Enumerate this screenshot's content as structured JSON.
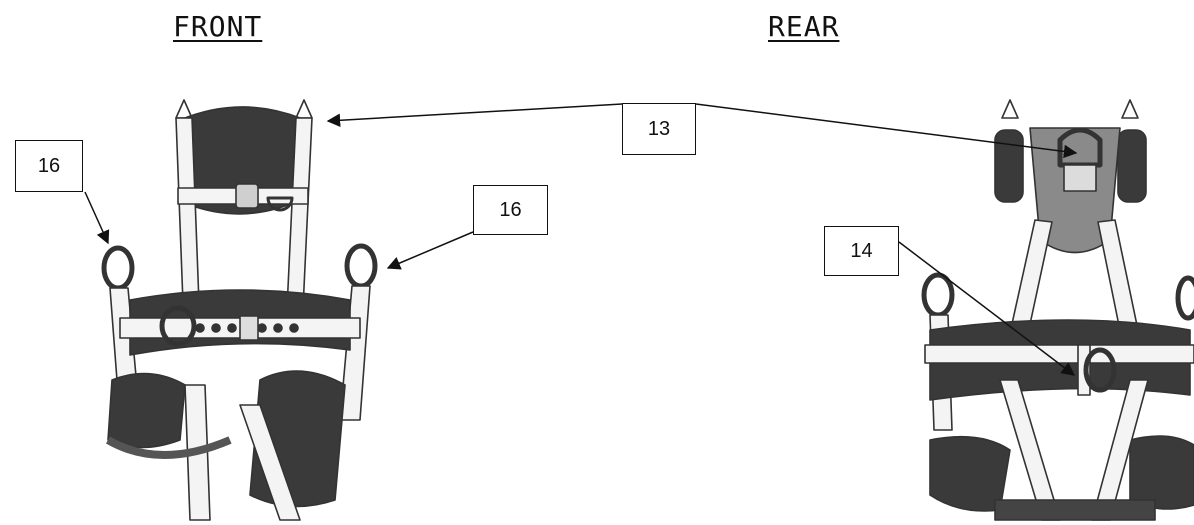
{
  "headings": {
    "front": "FRONT",
    "rear": "REAR"
  },
  "callouts": {
    "c13": "13",
    "c16_left": "16",
    "c16_right": "16",
    "c14": "14"
  }
}
